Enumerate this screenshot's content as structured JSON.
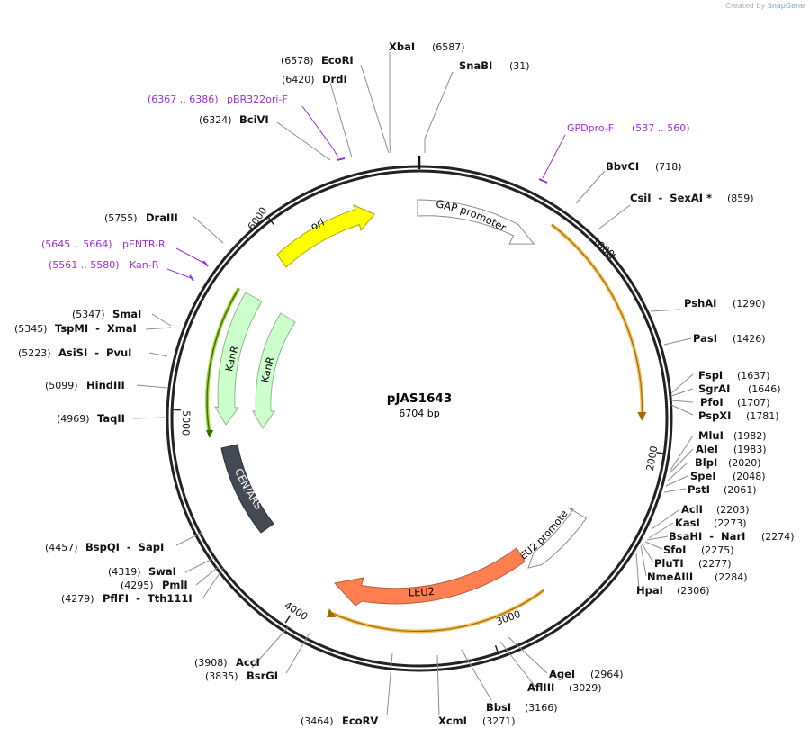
{
  "credit": {
    "prefix": "Created by",
    "brand": "SnapGene"
  },
  "plasmid": {
    "name": "pJAS1643",
    "length": 6704,
    "length_label": "6704 bp"
  },
  "ticks": [
    "1000",
    "2000",
    "3000",
    "4000",
    "5000",
    "6000"
  ],
  "features": [
    {
      "label": "GAP promoter",
      "fill": "#ffffff",
      "stroke": "#8a8a8a",
      "text": "#111111",
      "kind": "promoter"
    },
    {
      "label": "LEU2 promoter",
      "fill": "#ffffff",
      "stroke": "#8a8a8a",
      "text": "#111111",
      "kind": "promoter"
    },
    {
      "label": "LEU2",
      "fill": "#ff7f50",
      "stroke": "#b85a38",
      "text": "#111111",
      "kind": "cds"
    },
    {
      "label": "CEN/ARS",
      "fill": "#434a54",
      "stroke": "#2c3138",
      "text": "#ffffff",
      "kind": "origin"
    },
    {
      "label": "KanR",
      "fill": "#ccffcc",
      "stroke": "#8ab88a",
      "text": "#111111",
      "kind": "cds"
    },
    {
      "label": "KanR",
      "fill": "#ccffcc",
      "stroke": "#8ab88a",
      "text": "#111111",
      "kind": "cds"
    },
    {
      "label": "ori",
      "fill": "#ffff00",
      "stroke": "#a8a800",
      "text": "#111111",
      "kind": "origin"
    }
  ],
  "highlight_colors": {
    "orange": "#f0c060",
    "green": "#9acd32",
    "primer": "#9b30d9",
    "backbone": "#222222"
  },
  "primers": [
    {
      "name": "GPDpro-F",
      "range": "(537 .. 560)"
    },
    {
      "name": "pBR322ori-F",
      "range": "(6367 .. 6386)"
    },
    {
      "name": "pENTR-R",
      "range": "(5645 .. 5664)"
    },
    {
      "name": "Kan-R",
      "range": "(5561 .. 5580)"
    }
  ],
  "sites": [
    {
      "name": "XbaI",
      "pos": "(6587)"
    },
    {
      "name": "SnaBI",
      "pos": "(31)"
    },
    {
      "name": "EcoRI",
      "pos": "(6578)"
    },
    {
      "name": "DrdI",
      "pos": "(6420)"
    },
    {
      "name": "BciVI",
      "pos": "(6324)"
    },
    {
      "name": "BbvCI",
      "pos": "(718)"
    },
    {
      "name": "CsiI  -  SexAI *",
      "pos": "(859)"
    },
    {
      "name": "DraIII",
      "pos": "(5755)"
    },
    {
      "name": "PshAI",
      "pos": "(1290)"
    },
    {
      "name": "PasI",
      "pos": "(1426)"
    },
    {
      "name": "SmaI",
      "pos": "(5347)"
    },
    {
      "name": "TspMI  -  XmaI",
      "pos": "(5345)"
    },
    {
      "name": "AsiSI  -  PvuI",
      "pos": "(5223)"
    },
    {
      "name": "FspI",
      "pos": "(1637)"
    },
    {
      "name": "HindIII",
      "pos": "(5099)"
    },
    {
      "name": "SgrAI",
      "pos": "(1646)"
    },
    {
      "name": "PfoI",
      "pos": "(1707)"
    },
    {
      "name": "TaqII",
      "pos": "(4969)"
    },
    {
      "name": "PspXI",
      "pos": "(1781)"
    },
    {
      "name": "MluI",
      "pos": "(1982)"
    },
    {
      "name": "AleI",
      "pos": "(1983)"
    },
    {
      "name": "BlpI",
      "pos": "(2020)"
    },
    {
      "name": "SpeI",
      "pos": "(2048)"
    },
    {
      "name": "PstI",
      "pos": "(2061)"
    },
    {
      "name": "AclI",
      "pos": "(2203)"
    },
    {
      "name": "KasI",
      "pos": "(2273)"
    },
    {
      "name": "BsaHI  -  NarI",
      "pos": "(2274)"
    },
    {
      "name": "SfoI",
      "pos": "(2275)"
    },
    {
      "name": "PluTI",
      "pos": "(2277)"
    },
    {
      "name": "NmeAIII",
      "pos": "(2284)"
    },
    {
      "name": "HpaI",
      "pos": "(2306)"
    },
    {
      "name": "BspQI  -  SapI",
      "pos": "(4457)"
    },
    {
      "name": "SwaI",
      "pos": "(4319)"
    },
    {
      "name": "PmlI",
      "pos": "(4295)"
    },
    {
      "name": "PflFI  -  Tth111I",
      "pos": "(4279)"
    },
    {
      "name": "AgeI",
      "pos": "(2964)"
    },
    {
      "name": "AflIII",
      "pos": "(3029)"
    },
    {
      "name": "AccI",
      "pos": "(3908)"
    },
    {
      "name": "BsrGI",
      "pos": "(3835)"
    },
    {
      "name": "BbsI",
      "pos": "(3166)"
    },
    {
      "name": "EcoRV",
      "pos": "(3464)"
    },
    {
      "name": "XcmI",
      "pos": "(3271)"
    }
  ]
}
